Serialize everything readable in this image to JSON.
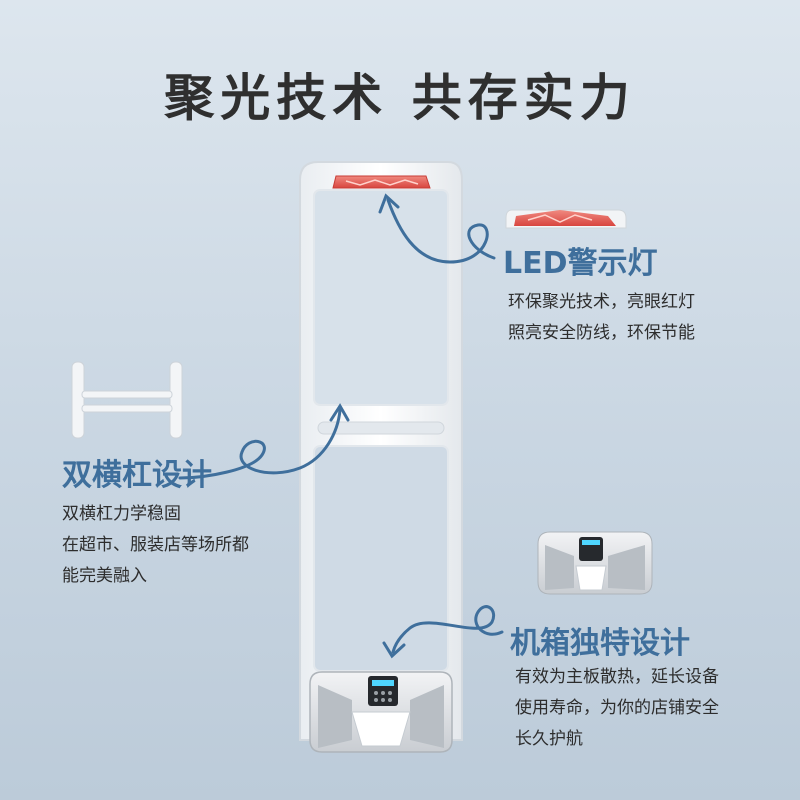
{
  "headline": "聚光技术 共存实力",
  "features": {
    "led": {
      "title": "LED警示灯",
      "desc": [
        "环保聚光技术，亮眼红灯",
        "照亮安全防线，环保节能"
      ]
    },
    "bar": {
      "title": "双横杠设计",
      "desc": [
        "双横杠力学稳固",
        "在超市、服装店等场所都",
        "能完美融入"
      ]
    },
    "box": {
      "title": "机箱独特设计",
      "desc": [
        "有效为主板散热，延长设备",
        "使用寿命，为你的店铺安全",
        "长久护航"
      ]
    }
  },
  "colors": {
    "title": "#2f2f2f",
    "accent_blue": "#3f6f9c",
    "led_red": "#e0504a",
    "frame": "#f4f6f8"
  },
  "icons": [
    "led-light-icon",
    "double-bar-icon",
    "machine-box-icon",
    "curved-arrow-icon"
  ]
}
